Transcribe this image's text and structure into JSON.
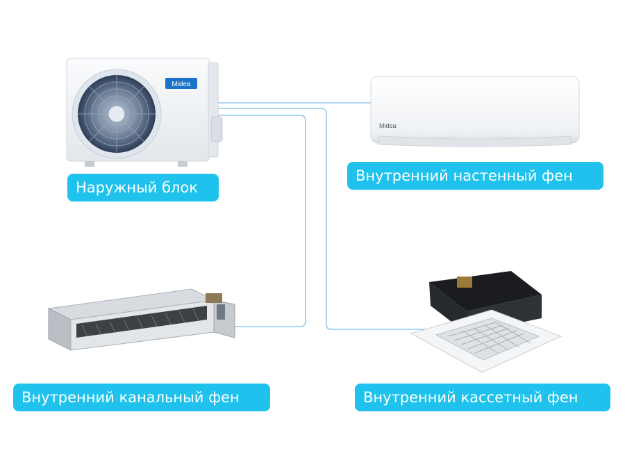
{
  "colors": {
    "label_bg": "#1ec2ec",
    "label_text": "#ffffff",
    "pipe": "#8fc9ee",
    "brand": "#1a73c8"
  },
  "units": {
    "outdoor": {
      "label": "Наружный блок",
      "brand": "Midea",
      "icon": "outdoor-unit-icon"
    },
    "wall": {
      "label": "Внутренний настенный фен",
      "brand": "Midea",
      "icon": "wall-split-unit-icon"
    },
    "duct": {
      "label": "Внутренний канальный фен",
      "icon": "ducted-unit-icon"
    },
    "cassette": {
      "label": "Внутренний кассетный фен",
      "icon": "cassette-unit-icon"
    }
  }
}
